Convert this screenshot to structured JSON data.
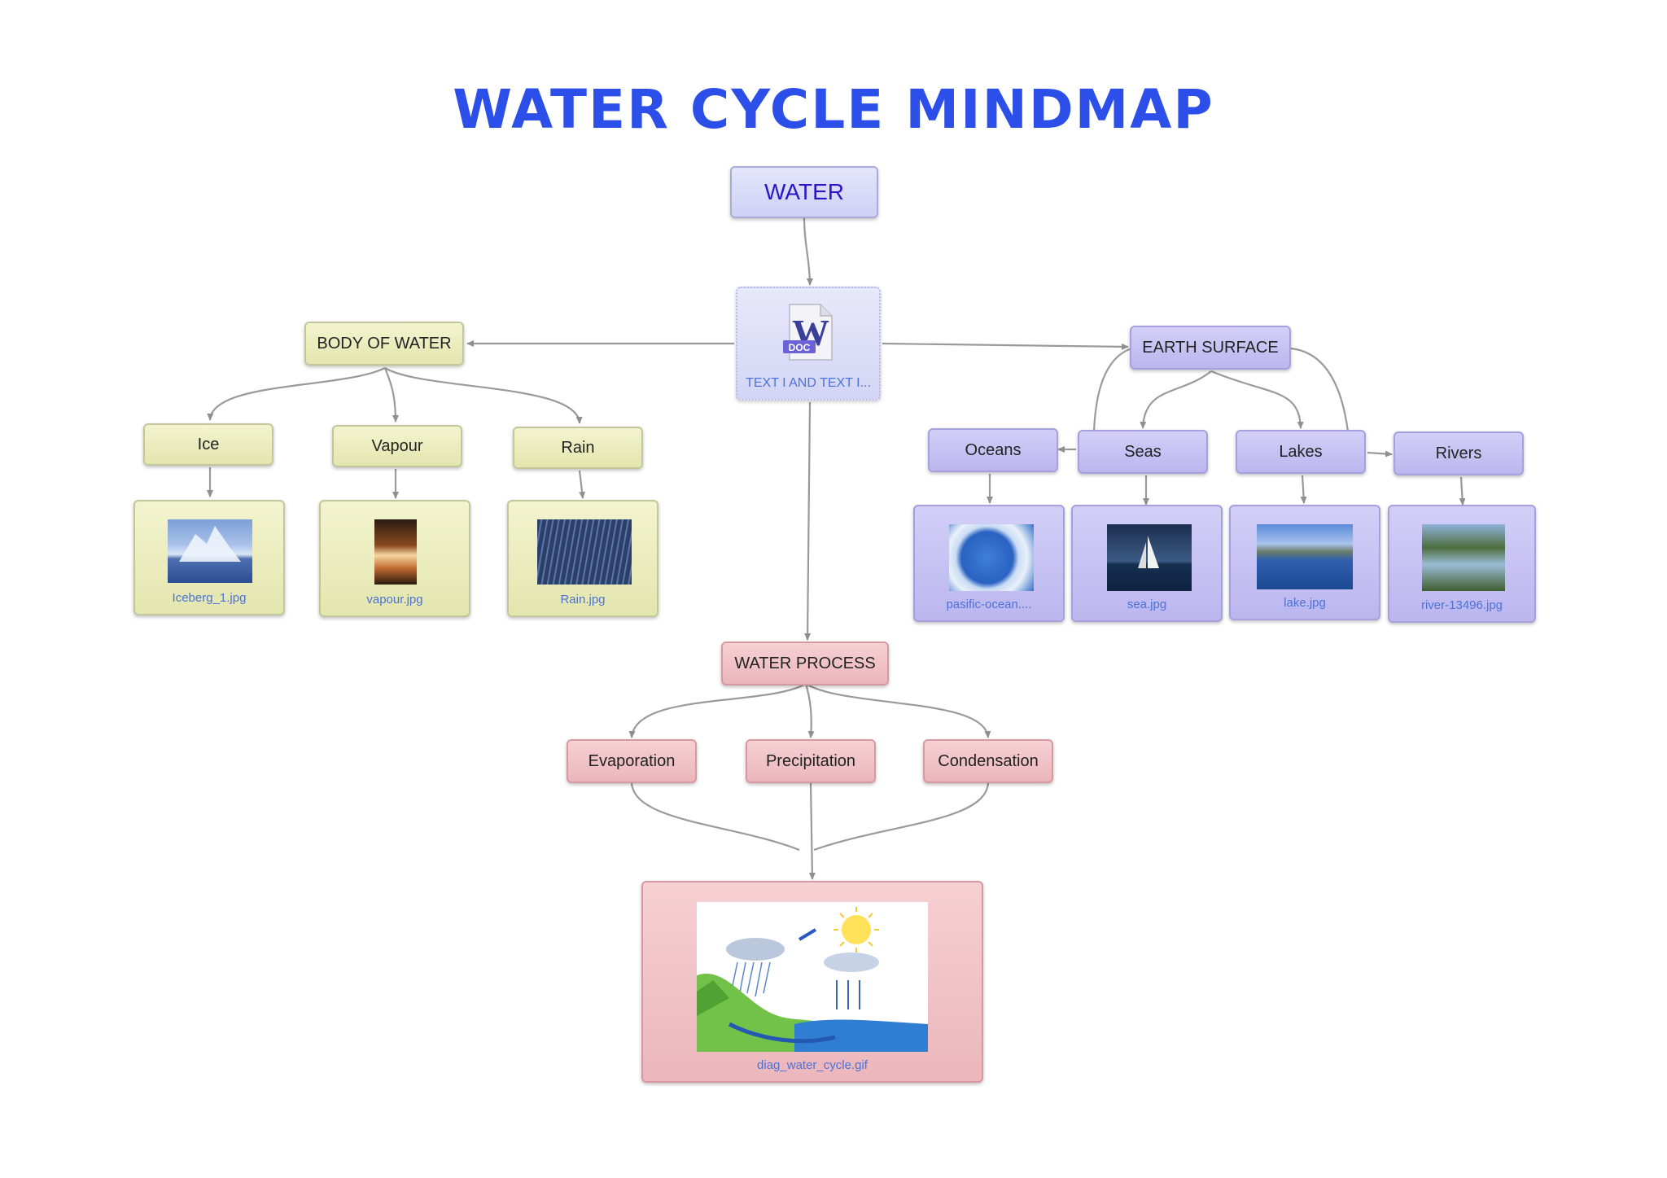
{
  "title": "WATER CYCLE MINDMAP",
  "root": {
    "label": "WATER"
  },
  "document": {
    "badge": "DOC",
    "letter": "W",
    "caption": "TEXT I AND TEXT I..."
  },
  "body_of_water": {
    "label": "BODY OF WATER",
    "children": [
      {
        "label": "Ice",
        "file": "Iceberg_1.jpg"
      },
      {
        "label": "Vapour",
        "file": "vapour.jpg"
      },
      {
        "label": "Rain",
        "file": "Rain.jpg"
      }
    ]
  },
  "earth_surface": {
    "label": "EARTH SURFACE",
    "children": [
      {
        "label": "Oceans",
        "file": "pasific-ocean...."
      },
      {
        "label": "Seas",
        "file": "sea.jpg"
      },
      {
        "label": "Lakes",
        "file": "lake.jpg"
      },
      {
        "label": "Rivers",
        "file": "river-13496.jpg"
      }
    ]
  },
  "water_process": {
    "label": "WATER PROCESS",
    "children": [
      {
        "label": "Evaporation"
      },
      {
        "label": "Precipitation"
      },
      {
        "label": "Condensation"
      }
    ],
    "diagram_file": "diag_water_cycle.gif"
  },
  "colors": {
    "title": "#2b4fe8",
    "root_text": "#2a16c8",
    "body_of_water": "#e3e6ae",
    "earth_surface": "#bcb6ef",
    "water_process": "#ebb6bc",
    "connector": "#999999",
    "caption": "#4c72d8"
  }
}
